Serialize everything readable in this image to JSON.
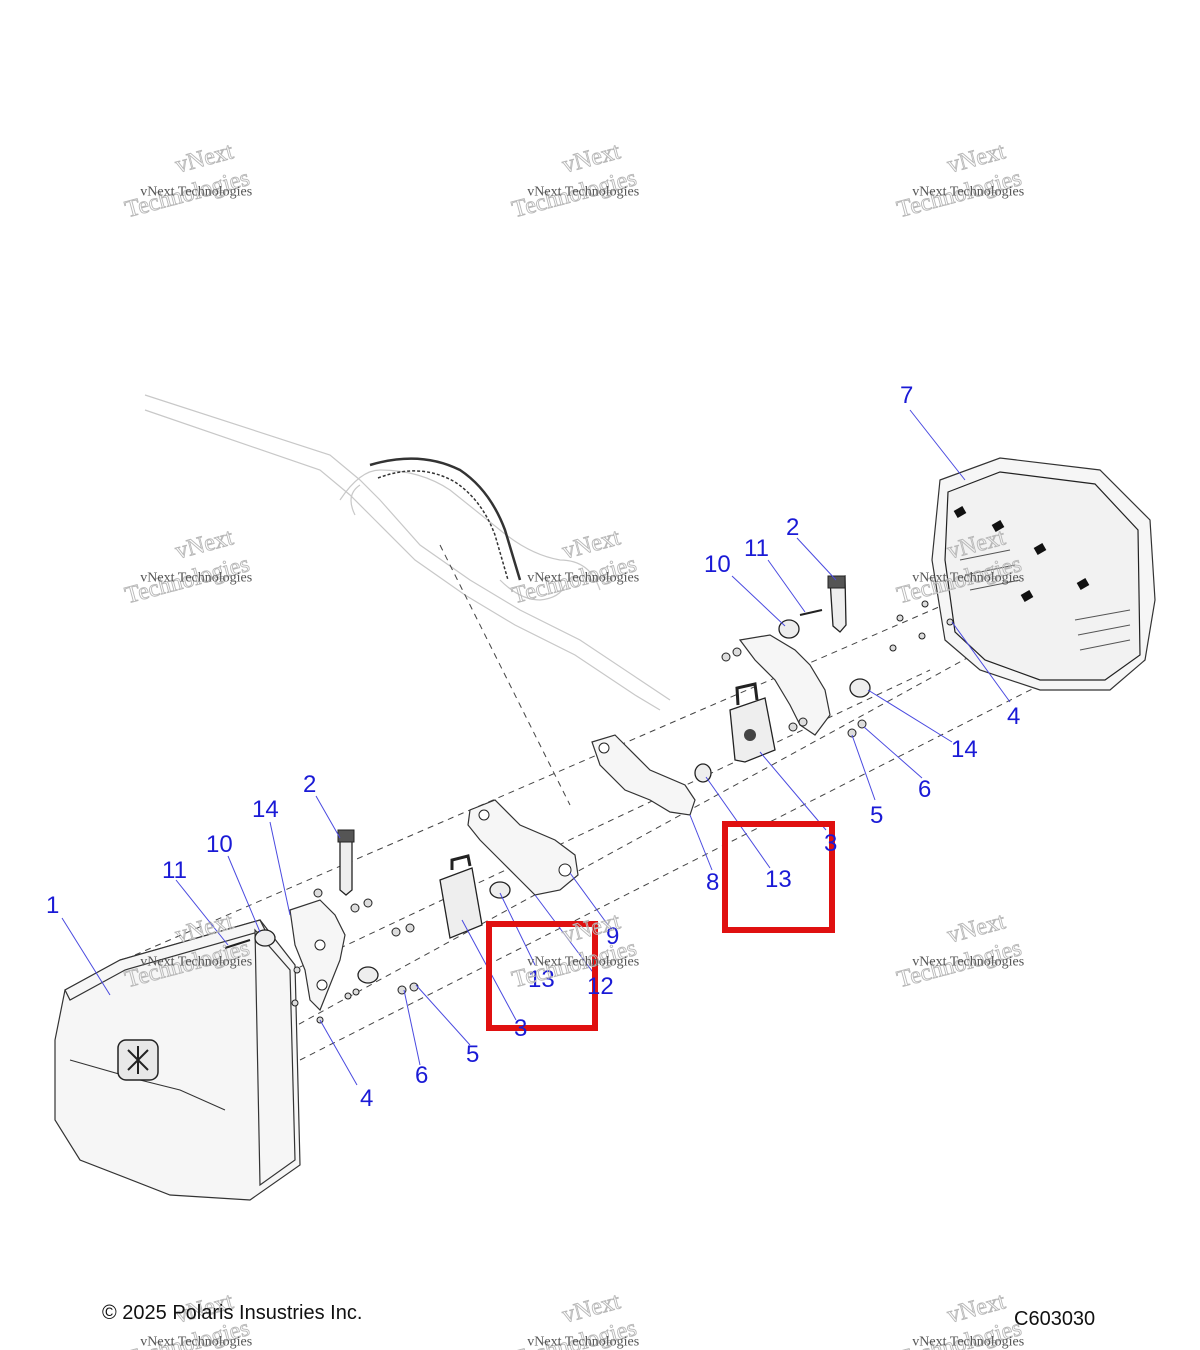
{
  "callouts": {
    "c1": "1",
    "c2a": "2",
    "c2b": "2",
    "c3a": "3",
    "c3b": "3",
    "c4a": "4",
    "c4b": "4",
    "c5a": "5",
    "c5b": "5",
    "c6a": "6",
    "c6b": "6",
    "c7": "7",
    "c8": "8",
    "c9": "9",
    "c10a": "10",
    "c10b": "10",
    "c11a": "11",
    "c11b": "11",
    "c12": "12",
    "c13a": "13",
    "c13b": "13",
    "c14a": "14",
    "c14b": "14"
  },
  "watermark": {
    "line1": "vNext Technologies",
    "line2": "vNext",
    "line3": "Technologies"
  },
  "highlight_color": "#e01010",
  "callout_color": "#1a1ad6",
  "footer": {
    "copyright": "© 2025 Polaris Insustries Inc.",
    "code": "C603030"
  }
}
